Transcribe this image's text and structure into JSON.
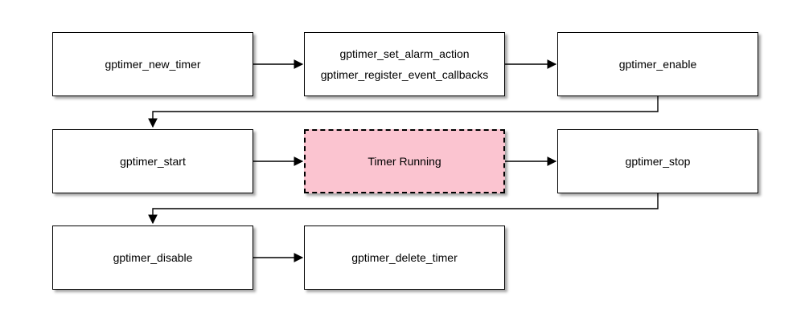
{
  "diagram": {
    "type": "flowchart",
    "nodes": [
      {
        "id": "new_timer",
        "kind": "process",
        "lines": [
          "gptimer_new_timer"
        ]
      },
      {
        "id": "set_alarm_and_register",
        "kind": "process",
        "lines": [
          "gptimer_set_alarm_action",
          "gptimer_register_event_callbacks"
        ]
      },
      {
        "id": "enable",
        "kind": "process",
        "lines": [
          "gptimer_enable"
        ]
      },
      {
        "id": "start",
        "kind": "process",
        "lines": [
          "gptimer_start"
        ]
      },
      {
        "id": "timer_running",
        "kind": "state-highlight",
        "lines": [
          "Timer Running"
        ]
      },
      {
        "id": "stop",
        "kind": "process",
        "lines": [
          "gptimer_stop"
        ]
      },
      {
        "id": "disable",
        "kind": "process",
        "lines": [
          "gptimer_disable"
        ]
      },
      {
        "id": "delete_timer",
        "kind": "process",
        "lines": [
          "gptimer_delete_timer"
        ]
      }
    ],
    "edges": [
      {
        "from": "new_timer",
        "to": "set_alarm_and_register",
        "style": "straight-right"
      },
      {
        "from": "set_alarm_and_register",
        "to": "enable",
        "style": "straight-right"
      },
      {
        "from": "enable",
        "to": "start",
        "style": "elbow-down-left-down"
      },
      {
        "from": "start",
        "to": "timer_running",
        "style": "straight-right"
      },
      {
        "from": "timer_running",
        "to": "stop",
        "style": "straight-right"
      },
      {
        "from": "stop",
        "to": "disable",
        "style": "elbow-down-left-down"
      },
      {
        "from": "disable",
        "to": "delete_timer",
        "style": "straight-right"
      }
    ],
    "colors": {
      "background": "#ffffff",
      "node_fill": "#ffffff",
      "node_border": "#000000",
      "highlight_fill": "#fbc4d0",
      "text": "#000000"
    }
  }
}
